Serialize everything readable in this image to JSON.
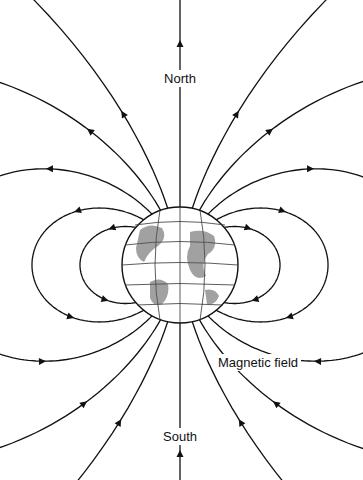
{
  "diagram": {
    "labels": [
      "North",
      "South",
      "Magnetic field"
    ]
  }
}
